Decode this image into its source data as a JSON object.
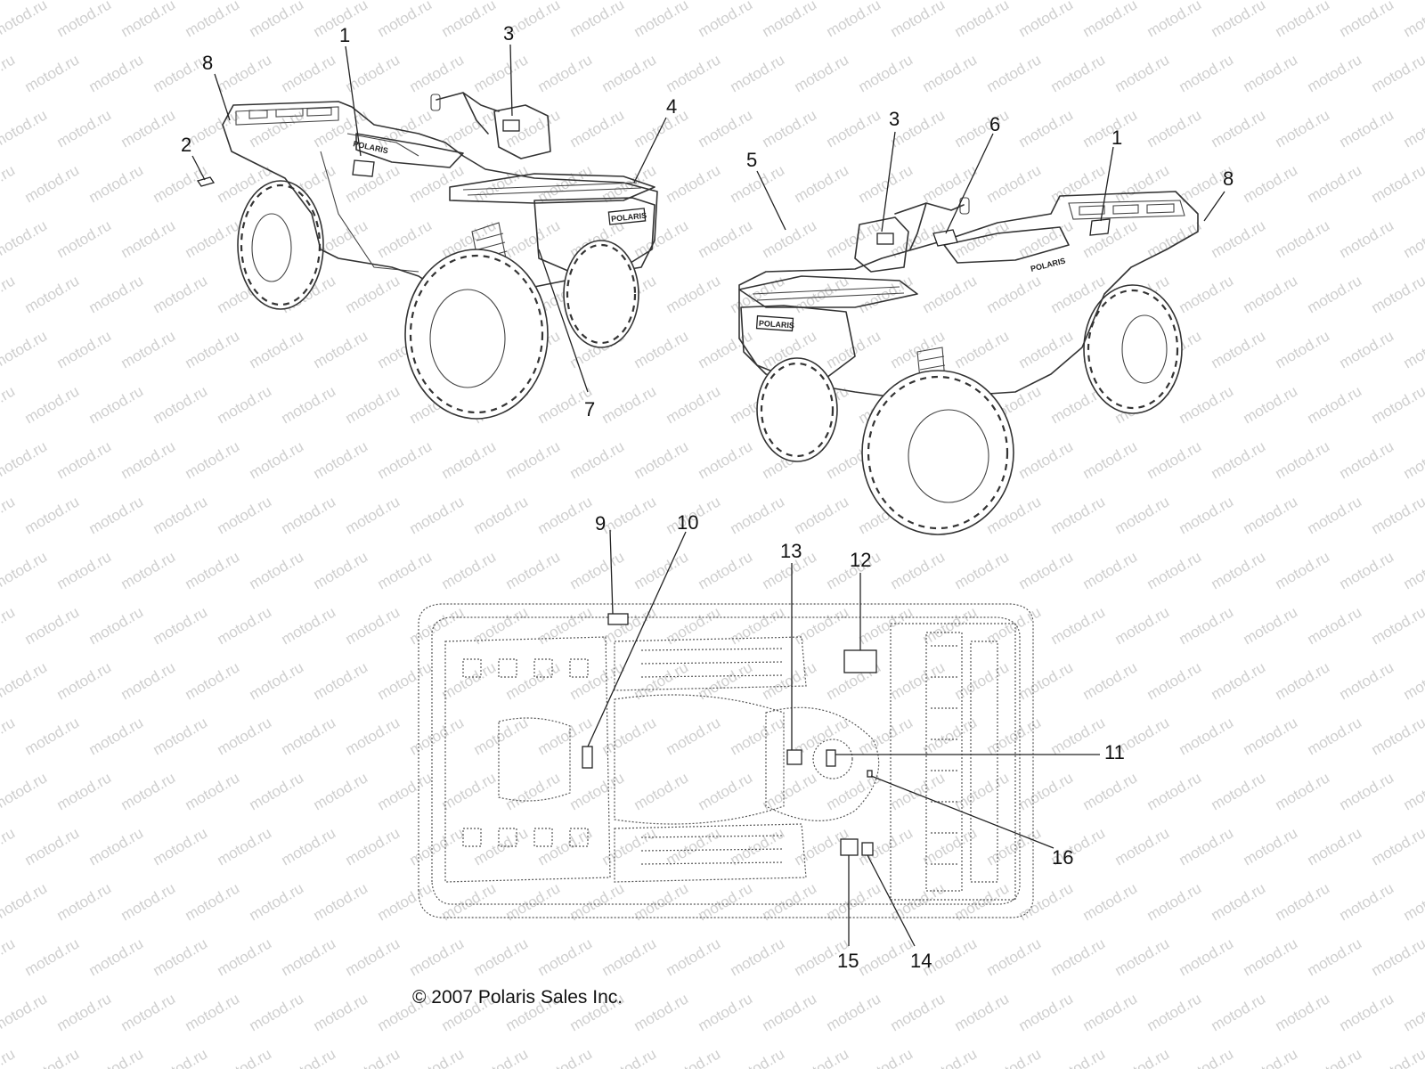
{
  "watermark": "motod.ru",
  "copyright": "© 2007 Polaris Sales Inc.",
  "brand_mark": "POLARIS",
  "callouts": {
    "n1a": "1",
    "n1b": "1",
    "n2": "2",
    "n3a": "3",
    "n3b": "3",
    "n4": "4",
    "n5": "5",
    "n6": "6",
    "n7": "7",
    "n8a": "8",
    "n8b": "8",
    "n9": "9",
    "n10": "10",
    "n11": "11",
    "n12": "12",
    "n13": "13",
    "n14": "14",
    "n15": "15",
    "n16": "16"
  }
}
